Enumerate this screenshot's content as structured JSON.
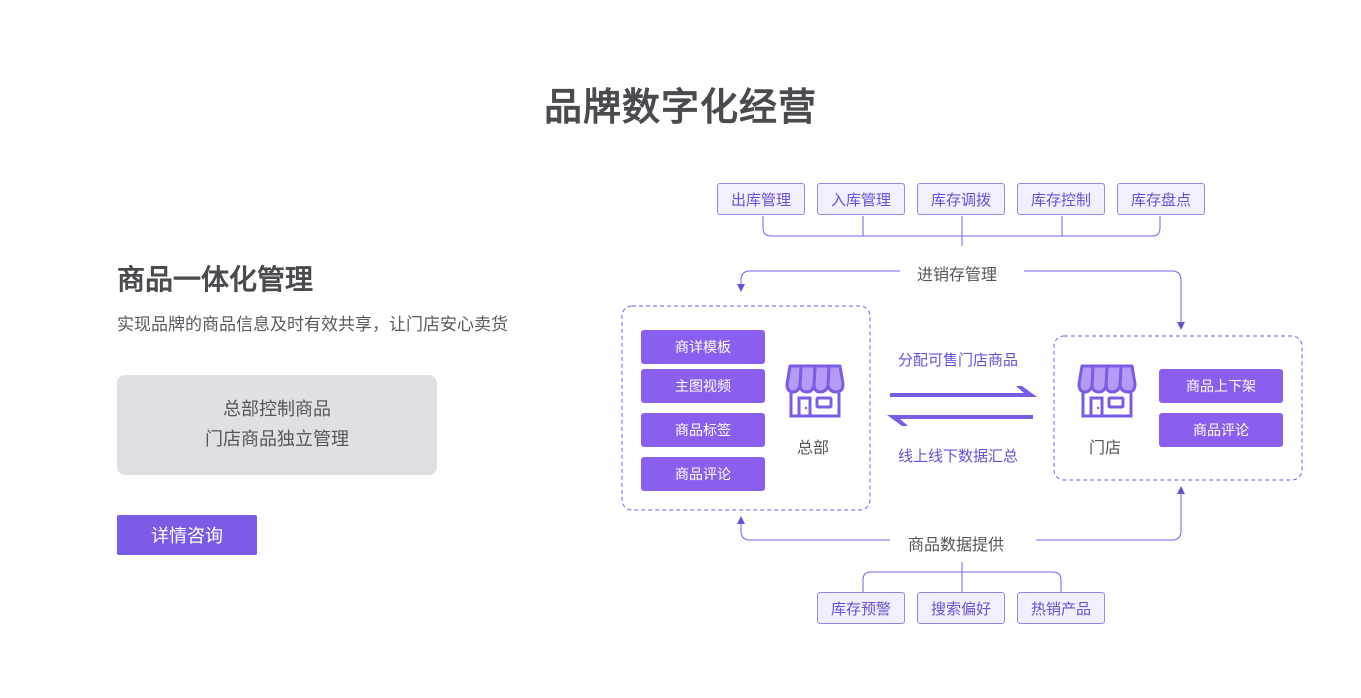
{
  "page": {
    "title": "品牌数字化经营"
  },
  "section": {
    "title": "商品一体化管理",
    "description": "实现品牌的商品信息及时有效共享，让门店安心卖货",
    "card_lines": [
      "总部控制商品",
      "门店商品独立管理"
    ],
    "cta_label": "详情咨询"
  },
  "diagram": {
    "top_tags": [
      "出库管理",
      "入库管理",
      "库存调拨",
      "库存控制",
      "库存盘点"
    ],
    "top_label": "进销存管理",
    "hq": {
      "buttons": [
        "商详模板",
        "主图视频",
        "商品标签",
        "商品评论"
      ],
      "label": "总部"
    },
    "store": {
      "buttons": [
        "商品上下架",
        "商品评论"
      ],
      "label": "门店"
    },
    "arrow_right_label": "分配可售门店商品",
    "arrow_left_label": "线上线下数据汇总",
    "bottom_label": "商品数据提供",
    "bottom_tags": [
      "库存预警",
      "搜索偏好",
      "热销产品"
    ],
    "colors": {
      "accent": "#8a5ff0",
      "tag_bg": "#f2efff",
      "tag_text": "#6b4fd8",
      "line": "#7b5ce6"
    },
    "icons": [
      "store-icon"
    ]
  }
}
